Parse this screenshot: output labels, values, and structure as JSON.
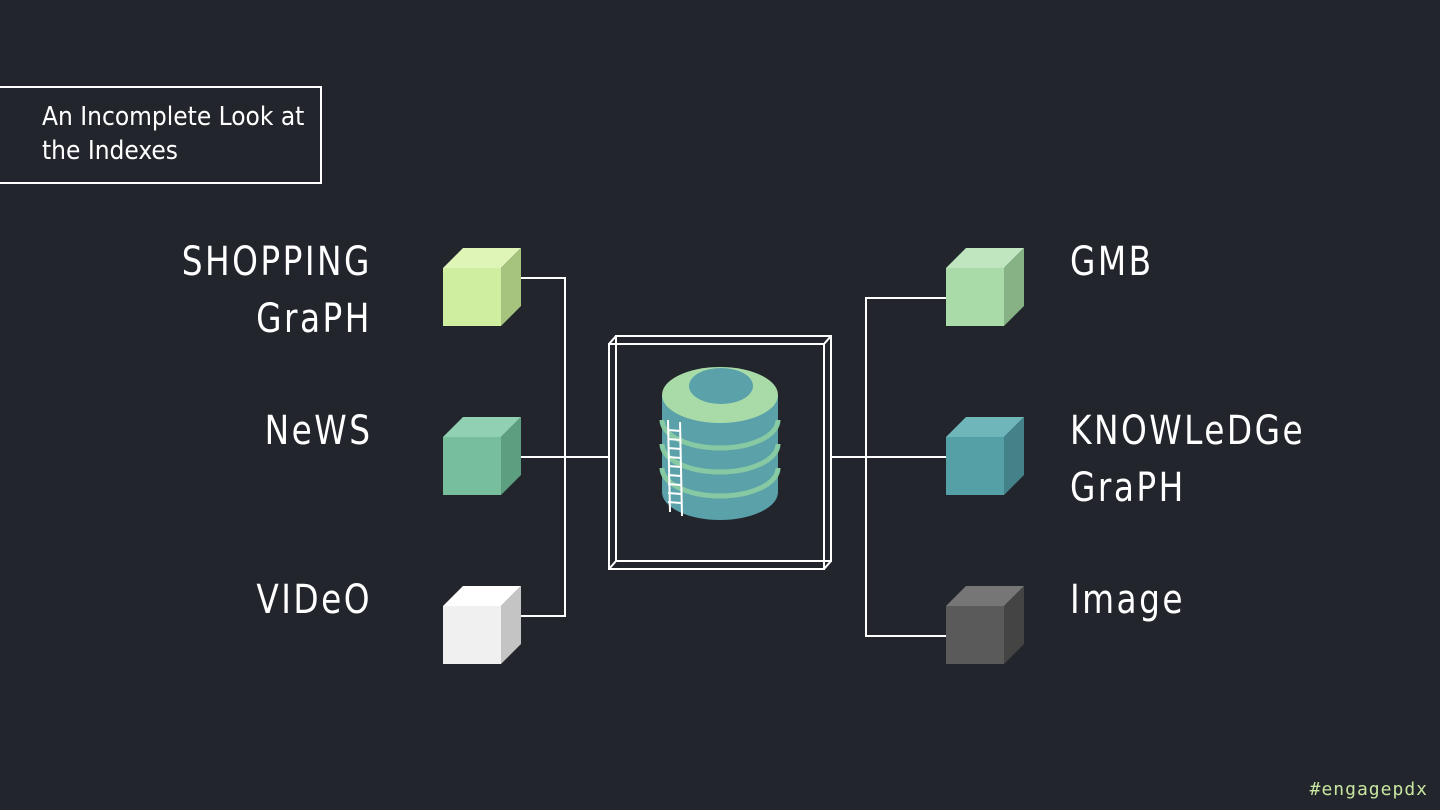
{
  "title": "An Incomplete Look at the Indexes",
  "left_nodes": [
    {
      "label": "SHOPPING\nGraPH",
      "color_front": "#d0eea0",
      "color_top": "#dff5b8",
      "color_side": "#a6c47e",
      "icon": "cube-icon"
    },
    {
      "label": "NeWS",
      "color_front": "#77be9c",
      "color_top": "#92d0b2",
      "color_side": "#5e9e80",
      "icon": "cube-icon"
    },
    {
      "label": "VIDeO",
      "color_front": "#f0f0f0",
      "color_top": "#ffffff",
      "color_side": "#c4c4c4",
      "icon": "cube-icon"
    }
  ],
  "right_nodes": [
    {
      "label": "GMB",
      "color_front": "#a8dba8",
      "color_top": "#bfe6be",
      "color_side": "#86b286",
      "icon": "cube-icon"
    },
    {
      "label": "KNOWLeDGe\nGraPH",
      "color_front": "#54a0a6",
      "color_top": "#6fb6ba",
      "color_side": "#428288",
      "icon": "cube-icon"
    },
    {
      "label": "Image",
      "color_front": "#5a5a5a",
      "color_top": "#767676",
      "color_side": "#444444",
      "icon": "cube-icon"
    }
  ],
  "center": {
    "icon": "database-icon",
    "color_body": "#5aa1aa",
    "color_top": "#a8dba8",
    "color_band": "#87c9a2",
    "color_ladder": "#ffffff"
  },
  "colors": {
    "background": "#22262c",
    "line": "#ffffff",
    "hashtag": "#c8e6a0"
  },
  "hashtag": "#engagepdx"
}
